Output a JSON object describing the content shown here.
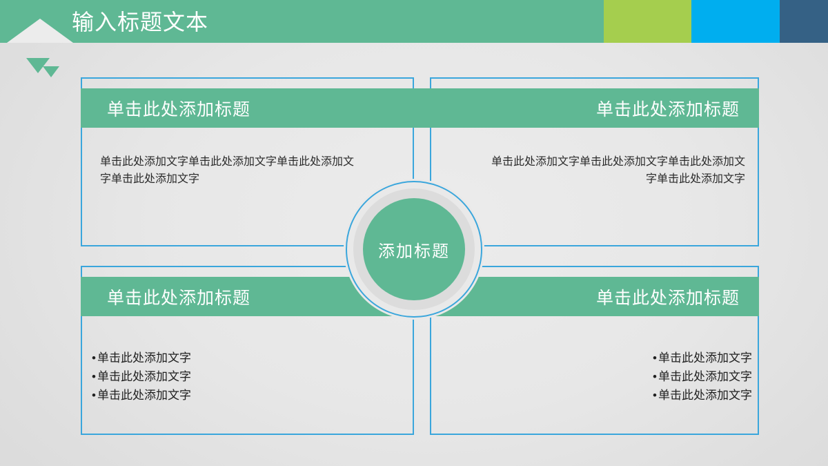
{
  "slide": {
    "title": "输入标题文本",
    "center_label": "添加标题",
    "colors": {
      "green": "#5fb894",
      "lime": "#a5ce4e",
      "cyan": "#00aeef",
      "navy": "#356185",
      "border_blue": "#3aa6dc",
      "background": "#e9e9e9",
      "title_text": "#ffffff",
      "body_text": "#2a2a2a"
    }
  },
  "cards": {
    "top_left": {
      "heading": "单击此处添加标题",
      "body": "单击此处添加文字单击此处添加文字单击此处添加文字单击此处添加文字"
    },
    "top_right": {
      "heading": "单击此处添加标题",
      "body": "单击此处添加文字单击此处添加文字单击此处添加文字单击此处添加文字"
    },
    "bottom_left": {
      "heading": "单击此处添加标题",
      "bullets": [
        "单击此处添加文字",
        "单击此处添加文字",
        "单击此处添加文字"
      ]
    },
    "bottom_right": {
      "heading": "单击此处添加标题",
      "bullets": [
        "单击此处添加文字",
        "单击此处添加文字",
        "单击此处添加文字"
      ]
    }
  }
}
